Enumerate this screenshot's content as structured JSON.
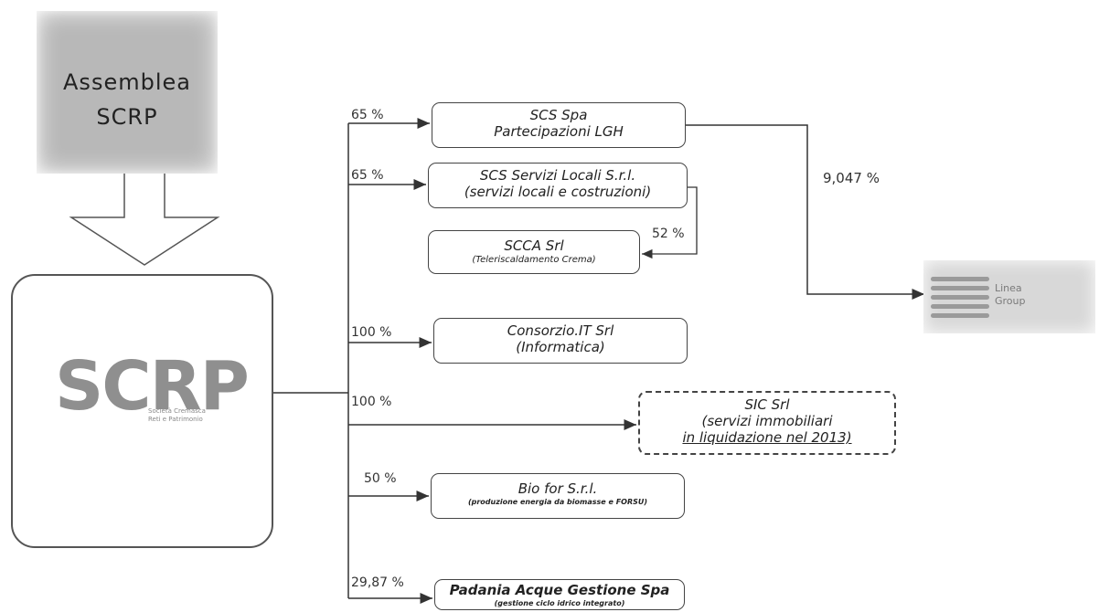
{
  "assembly": {
    "line1": "Assemblea",
    "line2": "SCRP"
  },
  "scrp_logo": {
    "mark": "SCRP",
    "subtitle": "Società Cremasca Reti e Patrimonio"
  },
  "subsidiaries": [
    {
      "name": "SCS Spa",
      "subtitle": "Partecipazioni LGH",
      "percent": "65 %"
    },
    {
      "name": "SCS Servizi Locali S.r.l.",
      "subtitle": "(servizi locali e costruzioni)",
      "percent": "65 %"
    },
    {
      "name": "SCCA Srl",
      "subtitle": "(Teleriscaldamento Crema)",
      "percent": "52 %"
    },
    {
      "name": "Consorzio.IT Srl",
      "subtitle": "(Informatica)",
      "percent": "100 %"
    },
    {
      "name": "SIC Srl",
      "subtitle": "(servizi immobiliari",
      "subtitle2": "in liquidazione nel 2013)",
      "percent": "100 %"
    },
    {
      "name": "Bio for S.r.l.",
      "subtitle": "(produzione energia da biomasse e FORSU)",
      "percent": "50 %"
    },
    {
      "name": "Padania Acque Gestione Spa",
      "subtitle": "(gestione ciclo idrico integrato)",
      "percent": "29,87 %"
    }
  ],
  "lgh_link": {
    "percent": "9,047 %"
  },
  "a2a_logo": {
    "line1": "Linea",
    "line2": "Group"
  }
}
